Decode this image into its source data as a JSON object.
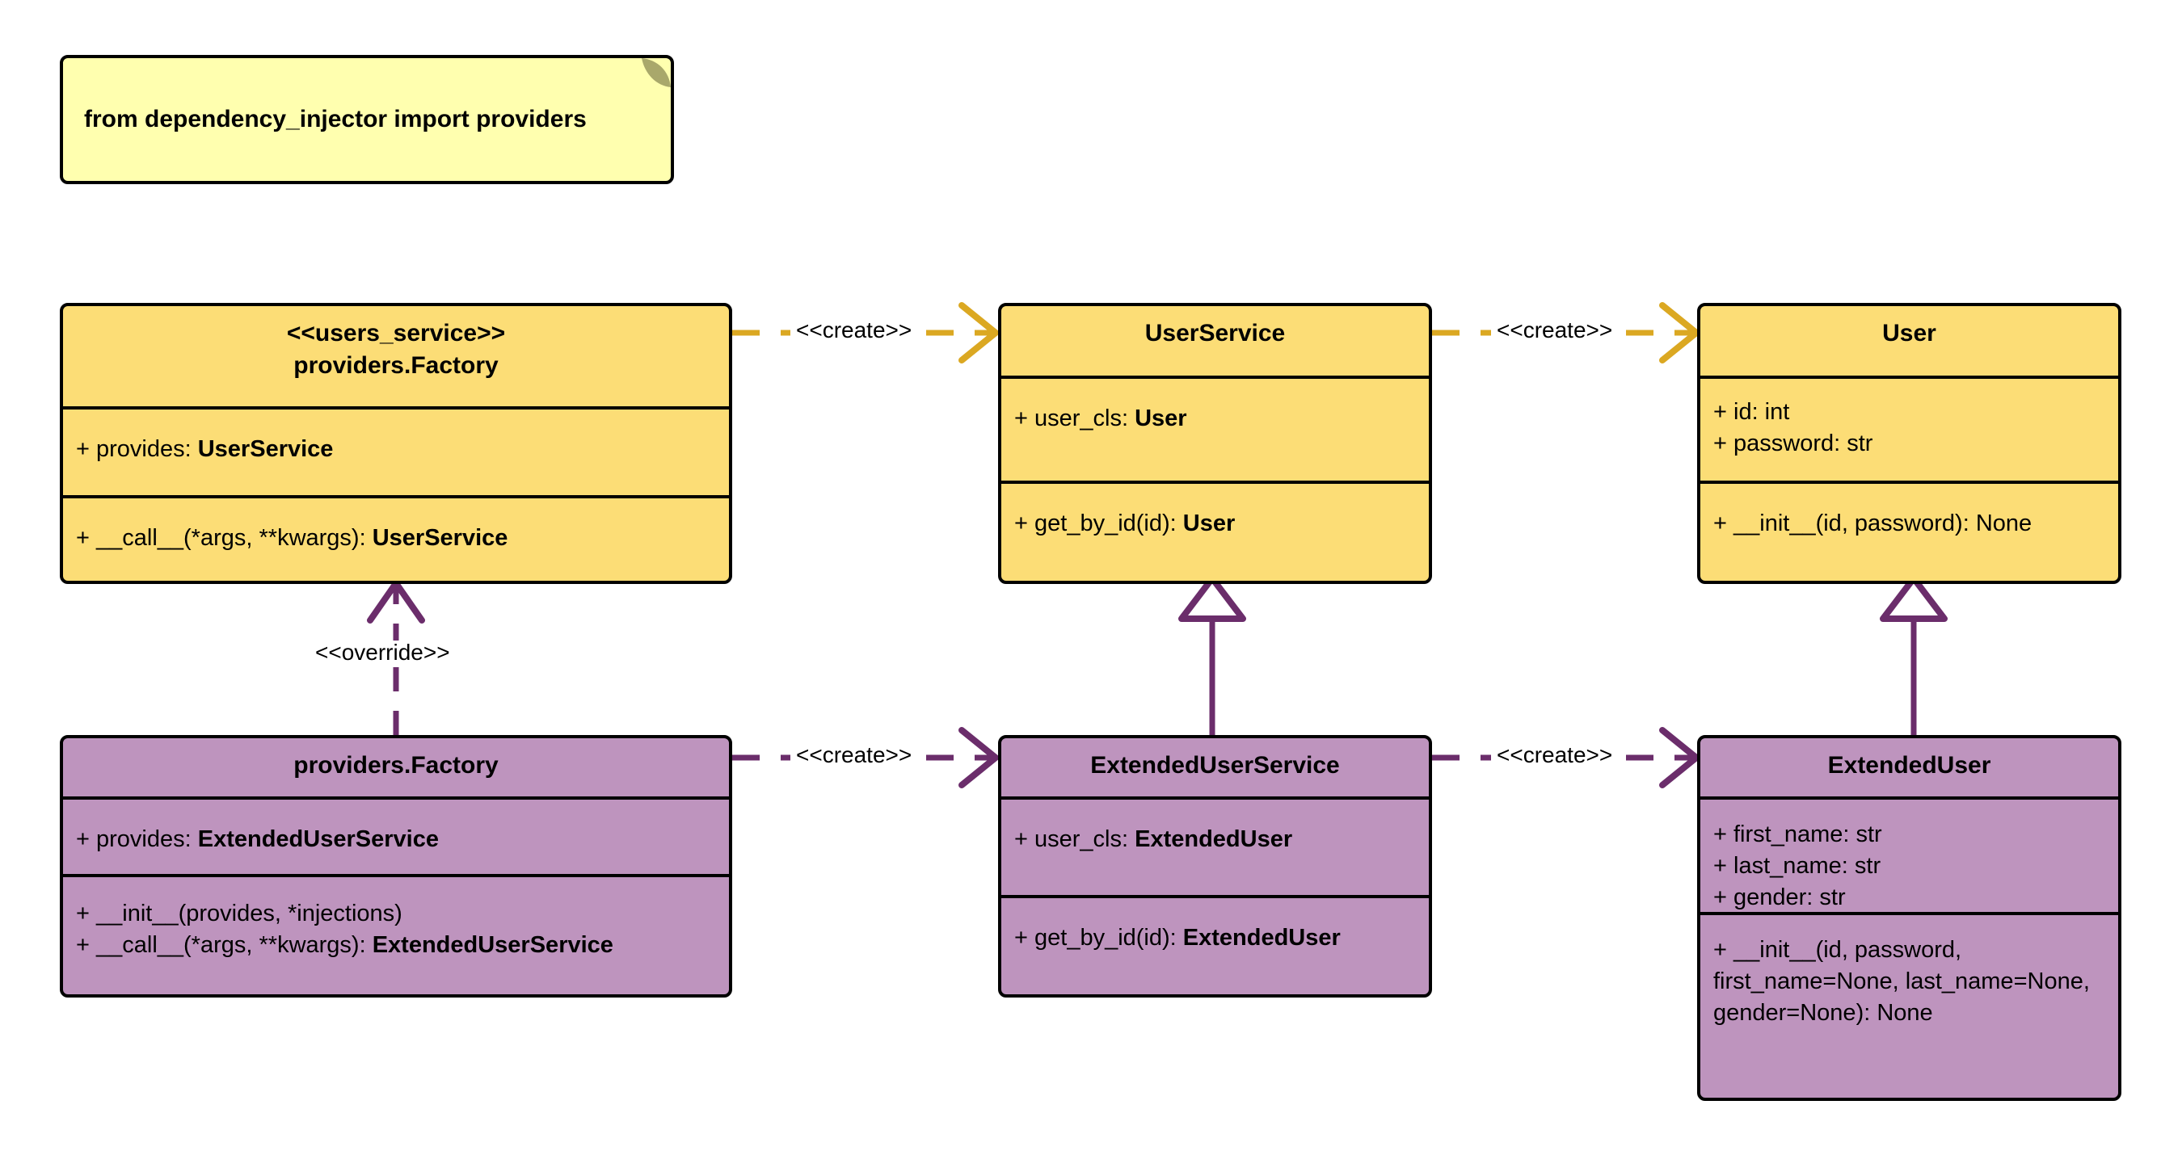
{
  "diagram": {
    "type": "uml-class-diagram",
    "colors": {
      "class_yellow_fill": "#fcdd76",
      "class_purple_fill": "#be94be",
      "note_fill": "#ffffaf",
      "note_fold": "#a9a86b",
      "border": "#000000",
      "edge_gold": "#dba822",
      "edge_purple": "#6b2d6b"
    }
  },
  "note": {
    "text": "from dependency_injector import providers"
  },
  "classes": {
    "users_service_factory": {
      "stereotype": "<<users_service>>",
      "name": "providers.Factory",
      "attributes": [
        {
          "visibility": "+",
          "label": "provides: ",
          "type": "UserService"
        }
      ],
      "methods": [
        {
          "visibility": "+",
          "label": "__call__(*args, **kwargs): ",
          "type": "UserService"
        }
      ]
    },
    "user_service": {
      "stereotype": "",
      "name": "UserService",
      "attributes": [
        {
          "visibility": "+",
          "label": "user_cls: ",
          "type": "User"
        }
      ],
      "methods": [
        {
          "visibility": "+",
          "label": "get_by_id(id): ",
          "type": "User"
        }
      ]
    },
    "user": {
      "stereotype": "",
      "name": "User",
      "attributes": [
        {
          "visibility": "+",
          "label": "id: int",
          "type": ""
        },
        {
          "visibility": "+",
          "label": "password: str",
          "type": ""
        }
      ],
      "methods": [
        {
          "visibility": "+",
          "label": "__init__(id, password): None",
          "type": ""
        }
      ]
    },
    "providers_factory": {
      "stereotype": "",
      "name": "providers.Factory",
      "attributes": [
        {
          "visibility": "+",
          "label": "provides: ",
          "type": "ExtendedUserService"
        }
      ],
      "methods": [
        {
          "visibility": "+",
          "label": "__init__(provides, *injections)",
          "type": ""
        },
        {
          "visibility": "+",
          "label": "__call__(*args, **kwargs): ",
          "type": "ExtendedUserService"
        }
      ]
    },
    "extended_user_service": {
      "stereotype": "",
      "name": "ExtendedUserService",
      "attributes": [
        {
          "visibility": "+",
          "label": "user_cls: ",
          "type": "ExtendedUser"
        }
      ],
      "methods": [
        {
          "visibility": "+",
          "label": "get_by_id(id): ",
          "type": "ExtendedUser"
        }
      ]
    },
    "extended_user": {
      "stereotype": "",
      "name": "ExtendedUser",
      "attributes": [
        {
          "visibility": "+",
          "label": "first_name: str",
          "type": ""
        },
        {
          "visibility": "+",
          "label": "last_name: str",
          "type": ""
        },
        {
          "visibility": "+",
          "label": "gender: str",
          "type": ""
        }
      ],
      "methods": [
        {
          "visibility": "+",
          "label": "__init__(id, password, first_name=None, last_name=None, gender=None): None",
          "type": ""
        }
      ]
    }
  },
  "edges": {
    "create_top_left": {
      "label": "<<create>>",
      "kind": "dependency",
      "color": "#dba822"
    },
    "create_top_right": {
      "label": "<<create>>",
      "kind": "dependency",
      "color": "#dba822"
    },
    "create_bottom_left": {
      "label": "<<create>>",
      "kind": "dependency",
      "color": "#6b2d6b"
    },
    "create_bottom_right": {
      "label": "<<create>>",
      "kind": "dependency",
      "color": "#6b2d6b"
    },
    "override": {
      "label": "<<override>>",
      "kind": "dependency",
      "color": "#6b2d6b"
    },
    "generalization_service": {
      "label": "",
      "kind": "generalization",
      "color": "#6b2d6b"
    },
    "generalization_user": {
      "label": "",
      "kind": "generalization",
      "color": "#6b2d6b"
    }
  }
}
